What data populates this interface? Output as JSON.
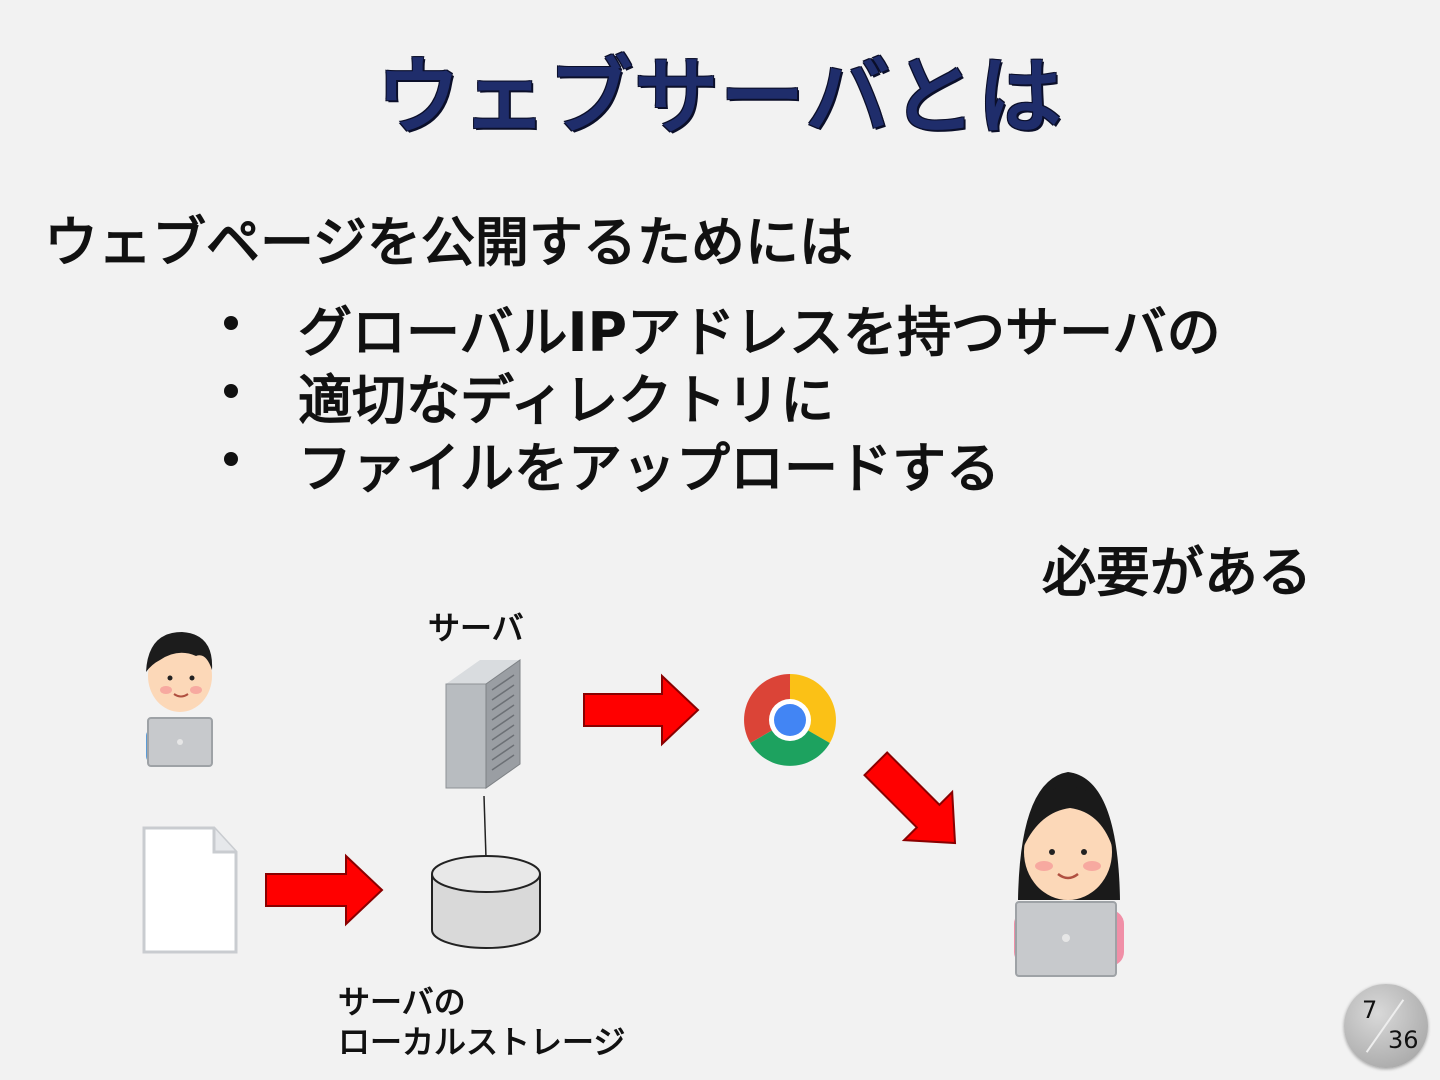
{
  "slide": {
    "title": "ウェブサーバとは",
    "lead": "ウェブページを公開するためには",
    "bullets": [
      "グローバルIPアドレスを持つサーバの",
      "適切なディレクトリに",
      "ファイルをアップロードする"
    ],
    "conclusion": "必要がある"
  },
  "diagram": {
    "server_label": "サーバ",
    "storage_label_line1": "サーバの",
    "storage_label_line2": "ローカルストレージ",
    "icons": [
      "user-male-laptop-icon",
      "document-file-icon",
      "server-icon",
      "storage-cylinder-icon",
      "browser-chrome-icon",
      "user-female-laptop-icon"
    ],
    "arrow_color": "#ff0000"
  },
  "page": {
    "current": "7",
    "total": "36"
  },
  "colors": {
    "title": "#1f2d6b",
    "background": "#f2f2f2",
    "arrow": "#ff0000"
  }
}
